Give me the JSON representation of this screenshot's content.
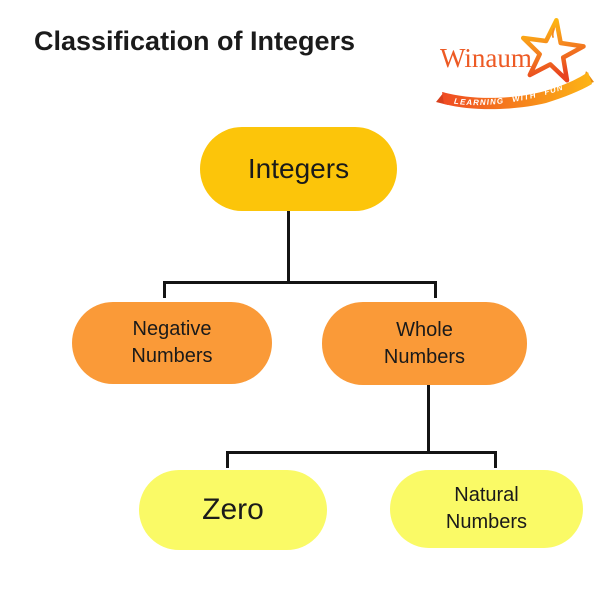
{
  "header": {
    "title": "Classification of Integers",
    "title_color": "#1b1b1b"
  },
  "logo": {
    "brand": "Winaum",
    "tagline": "LEARNING WITH FUN",
    "brand_color": "#ed5a24",
    "tagline_color": "#ffffff",
    "star_gradient": {
      "start": "#ffc30b",
      "mid": "#f68b1f",
      "end": "#e8431f"
    },
    "ribbon_gradient": {
      "start": "#ef4b23",
      "end": "#fdb515"
    }
  },
  "diagram": {
    "type": "tree",
    "line_color": "#141414",
    "nodes": [
      {
        "id": "integers",
        "lines": [
          "Integers"
        ],
        "fill": "#fcc50a",
        "children": [
          "negative-numbers",
          "whole-numbers"
        ]
      },
      {
        "id": "negative-numbers",
        "lines": [
          "Negative",
          "Numbers"
        ],
        "fill": "#fa9a38",
        "children": []
      },
      {
        "id": "whole-numbers",
        "lines": [
          "Whole",
          "Numbers"
        ],
        "fill": "#fa9a38",
        "children": [
          "zero",
          "natural-numbers"
        ]
      },
      {
        "id": "zero",
        "lines": [
          "Zero"
        ],
        "fill": "#fafa66",
        "children": []
      },
      {
        "id": "natural-numbers",
        "lines": [
          "Natural",
          "Numbers"
        ],
        "fill": "#fafa66",
        "children": []
      }
    ]
  }
}
